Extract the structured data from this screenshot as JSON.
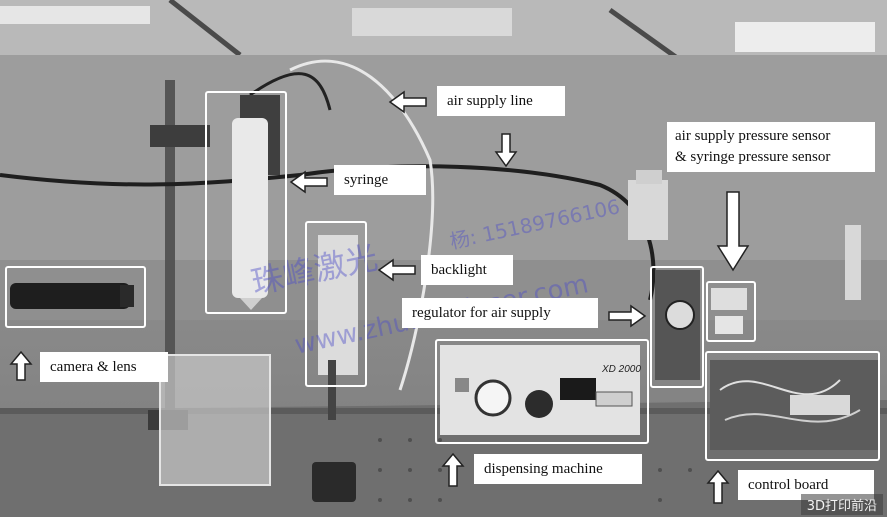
{
  "labels": {
    "air_supply_line": "air supply line",
    "syringe": "syringe",
    "backlight": "backlight",
    "camera_lens": "camera & lens",
    "regulator": "regulator for air supply",
    "pressure_sensor_line1": "air supply pressure sensor",
    "pressure_sensor_line2": "& syringe pressure sensor",
    "dispensing_machine": "dispensing machine",
    "control_board": "control board"
  },
  "machine": {
    "model": "XD 2000"
  },
  "watermark": {
    "brand_cn": "珠峰激光",
    "phone": "杨: 15189766106",
    "url": "www.zhufenglaser.com"
  },
  "corner_tag": "3D打印前沿"
}
